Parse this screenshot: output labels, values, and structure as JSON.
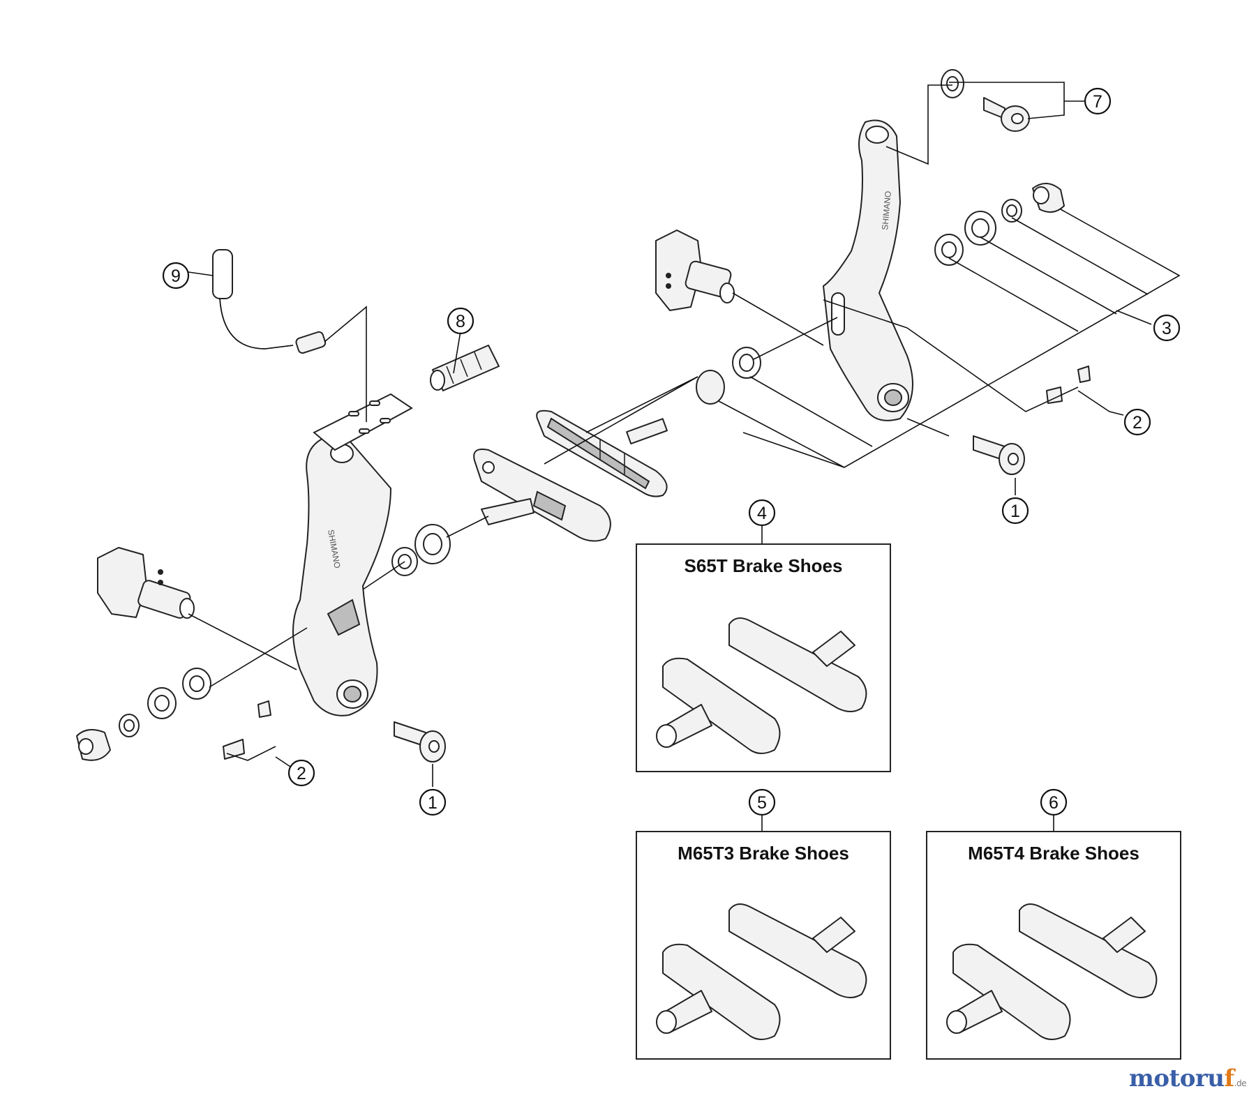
{
  "diagram": {
    "callouts": [
      {
        "id": "c1a",
        "label": "1"
      },
      {
        "id": "c1b",
        "label": "1"
      },
      {
        "id": "c2a",
        "label": "2"
      },
      {
        "id": "c2b",
        "label": "2"
      },
      {
        "id": "c3",
        "label": "3"
      },
      {
        "id": "c4",
        "label": "4"
      },
      {
        "id": "c5",
        "label": "5"
      },
      {
        "id": "c6",
        "label": "6"
      },
      {
        "id": "c7",
        "label": "7"
      },
      {
        "id": "c8",
        "label": "8"
      },
      {
        "id": "c9",
        "label": "9"
      }
    ],
    "boxes": {
      "s65t": {
        "title": "S65T Brake Shoes"
      },
      "m65t3": {
        "title": "M65T3 Brake Shoes"
      },
      "m65t4": {
        "title": "M65T4 Brake Shoes"
      }
    },
    "arm_brand": "SHIMANO"
  },
  "watermark": {
    "main": "motoru",
    "accent": "f",
    "tld": ".de"
  },
  "colors": {
    "line": "#222222",
    "accent_blue": "#3a5fa8",
    "accent_orange": "#e07b1a"
  }
}
